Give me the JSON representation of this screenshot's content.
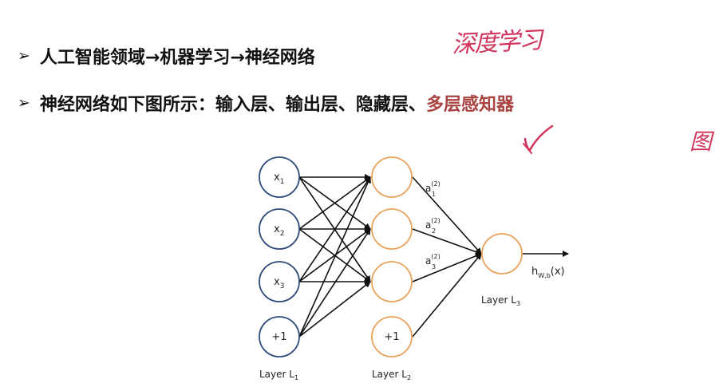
{
  "slide": {
    "bullets": [
      {
        "marker": "➢",
        "text": "人工智能领域→机器学习→神经网络"
      },
      {
        "marker": "➢",
        "text_main": "神经网络如下图所示：输入层、输出层、隐藏层、",
        "text_highlight": "多层感知器"
      }
    ],
    "annotations": {
      "handwriting_top": "深度学习",
      "handwriting_right": "图"
    },
    "colors": {
      "input_nodes": "#2e4a7a",
      "hidden_nodes": "#e8a35c",
      "highlight": "#a94442",
      "annotation": "#d1345b"
    }
  },
  "diagram": {
    "input_layer": {
      "label": "Layer L",
      "label_sub": "1",
      "nodes": [
        {
          "base": "x",
          "sub": "1"
        },
        {
          "base": "x",
          "sub": "2"
        },
        {
          "base": "x",
          "sub": "3"
        },
        {
          "base": "+1",
          "sub": ""
        }
      ]
    },
    "hidden_layer": {
      "label": "Layer L",
      "label_sub": "2",
      "bias": "+1",
      "activations": [
        {
          "base": "a",
          "sup": "(2)",
          "sub": "1"
        },
        {
          "base": "a",
          "sup": "(2)",
          "sub": "2"
        },
        {
          "base": "a",
          "sup": "(2)",
          "sub": "3"
        }
      ]
    },
    "output_layer": {
      "label": "Layer L",
      "label_sub": "3",
      "output_base": "h",
      "output_sub": "W,b",
      "output_arg": "(x)"
    }
  }
}
